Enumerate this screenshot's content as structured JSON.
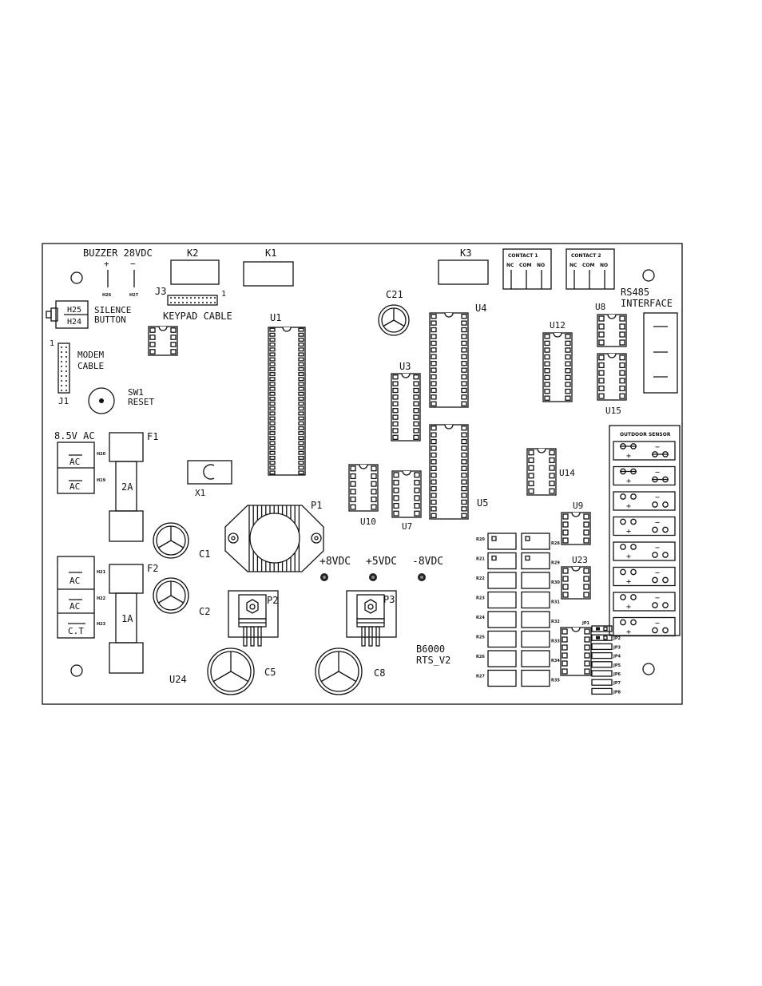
{
  "board": {
    "id": "B6000",
    "revision": "RTS_V2"
  },
  "labels": {
    "buzzer": "BUZZER 28VDC",
    "plus": "+",
    "minus": "−",
    "h26": "H26",
    "h27": "H27",
    "k2": "K2",
    "k1": "K1",
    "k3": "K3",
    "j3": "J3",
    "j3_pin1": "1",
    "keypad_cable": "KEYPAD CABLE",
    "h25": "H25",
    "h24": "H24",
    "silence": "SILENCE",
    "button": "BUTTON",
    "modem_pin1": "1",
    "modem": "MODEM",
    "cable": "CABLE",
    "j1": "J1",
    "sw1": "SW1",
    "reset": "RESET",
    "contact1": "CONTACT 1",
    "contact2": "CONTACT 2",
    "nc": "NC",
    "com": "COM",
    "no": "NO",
    "rs485": "RS485",
    "interface": "INTERFACE",
    "outdoor_sensor": "OUTDOOR SENSOR",
    "vac": "8.5V AC",
    "ac": "AC",
    "ct": "C.T",
    "h20": "H20",
    "h19": "H19",
    "h21": "H21",
    "h22": "H22",
    "h23": "H23",
    "f1": "F1",
    "f2": "F2",
    "fuse1_rating": "2A",
    "fuse2_rating": "1A",
    "x1": "X1",
    "p1": "P1",
    "p2": "P2",
    "p3": "P3",
    "c1": "C1",
    "c2": "C2",
    "c5": "C5",
    "c8": "C8",
    "c21": "C21",
    "u1": "U1",
    "u3": "U3",
    "u4": "U4",
    "u5": "U5",
    "u7": "U7",
    "u8": "U8",
    "u9": "U9",
    "u10": "U10",
    "u12": "U12",
    "u14": "U14",
    "u15": "U15",
    "u23": "U23",
    "u24": "U24",
    "v8p": "+8VDC",
    "v5p": "+5VDC",
    "v8m": "-8VDC",
    "jp1": "JP1",
    "jp2": "JP2",
    "jp3": "JP3",
    "jp4": "JP4",
    "jp5": "JP5",
    "jp6": "JP6",
    "jp7": "JP7",
    "jp8": "JP8",
    "r20": "R20",
    "r21": "R21",
    "r22": "R22",
    "r23": "R23",
    "r24": "R24",
    "r25": "R25",
    "r26": "R26",
    "r27": "R27",
    "r28": "R28",
    "r29": "R29",
    "r30": "R30",
    "r31": "R31",
    "r32": "R32",
    "r33": "R33",
    "r34": "R34",
    "r35": "R35"
  }
}
